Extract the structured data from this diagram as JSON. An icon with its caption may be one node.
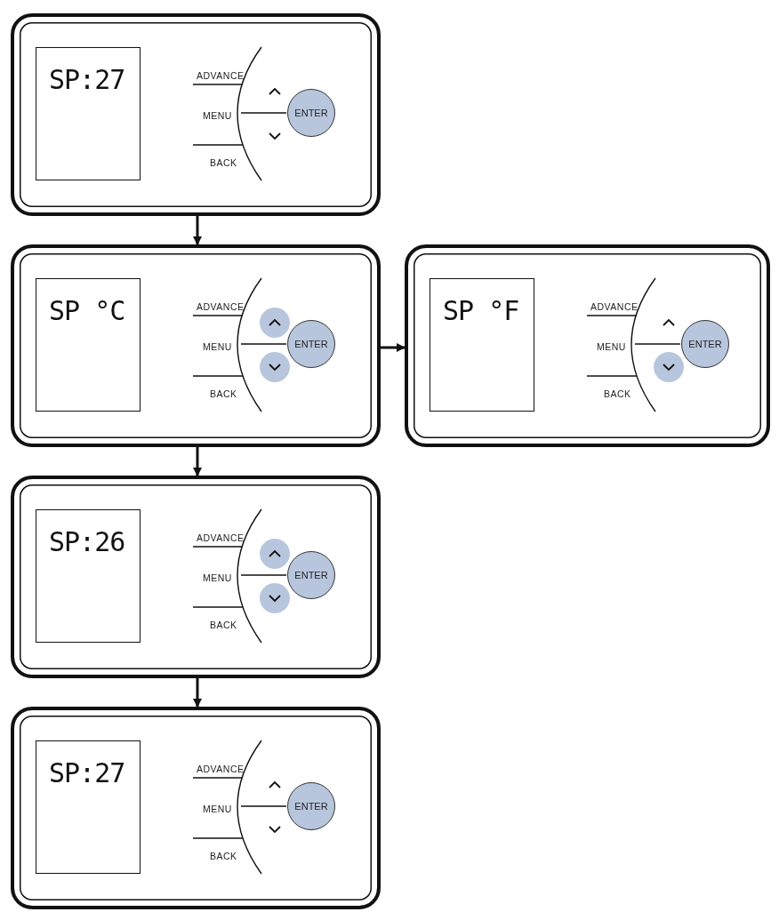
{
  "diagram": {
    "nodes": [
      {
        "text": [
          "ADVANCE",
          "MENU",
          "BACK"
        ]
      },
      {
        "text": [
          "SP:27"
        ],
        "in": 0
      },
      {
        "text": [
          "ENTER"
        ],
        "in": 0
      },
      {
        "text": [
          "ADVANCE",
          "MENU",
          "BACK"
        ]
      },
      {
        "text": [
          "SP °C"
        ],
        "in": 3
      },
      {
        "text": [
          "ENTER"
        ],
        "in": 3
      },
      {
        "text": [
          "ADVANCE",
          "MENU",
          "BACK"
        ]
      },
      {
        "text": [
          "SP °F"
        ],
        "in": 6
      },
      {
        "text": [
          "ENTER"
        ],
        "in": 6
      },
      {
        "text": [
          "ADVANCE",
          "MENU",
          "BACK"
        ]
      },
      {
        "text": [
          "SP:26"
        ],
        "in": 9
      },
      {
        "text": [
          "ENTER"
        ],
        "in": 9
      },
      {
        "text": [
          "ADVANCE",
          "MENU",
          "BACK"
        ]
      },
      {
        "text": [
          "SP:27"
        ],
        "in": 12
      },
      {
        "text": [
          "ENTER"
        ],
        "in": 12
      }
    ],
    "edges": [
      {
        "from": 0,
        "to": 3,
        "arrow": "to"
      },
      {
        "from": 3,
        "to": 6,
        "arrow": "to"
      },
      {
        "from": 3,
        "to": 9,
        "arrow": "to"
      },
      {
        "from": 9,
        "to": 12,
        "arrow": "to"
      }
    ]
  }
}
